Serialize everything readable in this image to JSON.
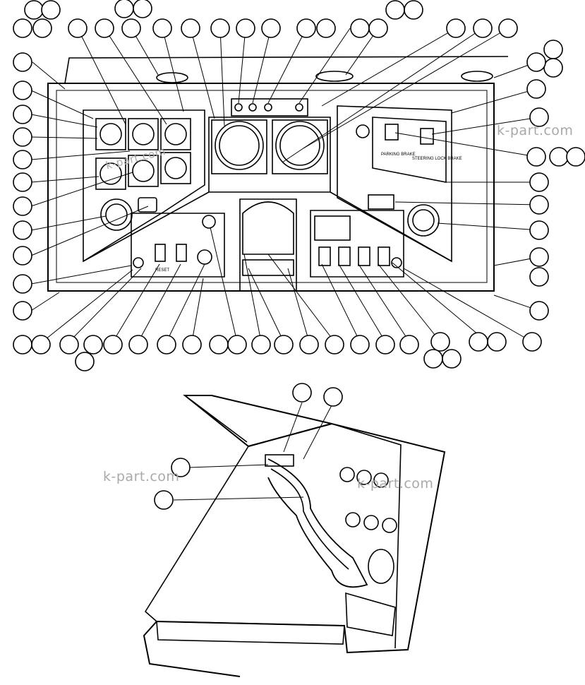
{
  "watermark": "k-part.com",
  "panel_labels": {
    "parking_brake": "PARKING BRAKE",
    "steering_lock_brake": "STEERING LOCK BRAKE",
    "reset": "RESET"
  },
  "callouts": {
    "top_view_count": 72,
    "side_view_count": 4
  },
  "colors": {
    "line": "#000000",
    "background": "#ffffff",
    "watermark": "#a9a9a9"
  }
}
